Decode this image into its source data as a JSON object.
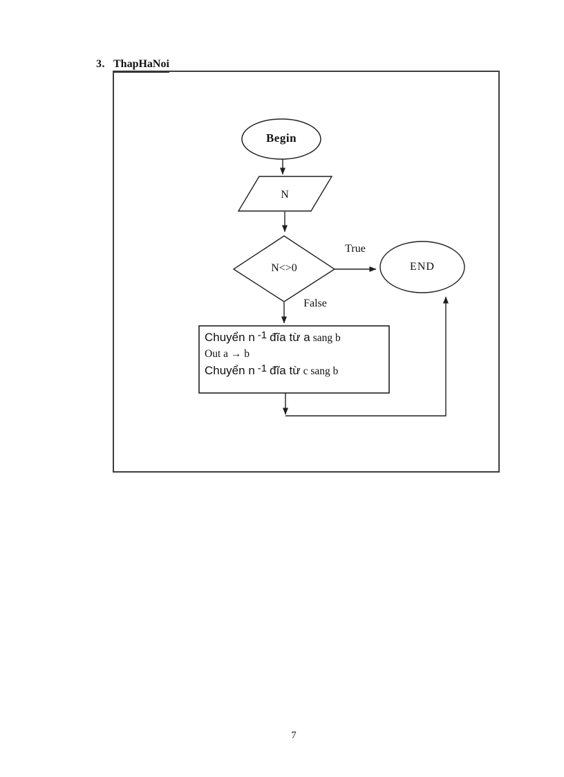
{
  "heading": {
    "number": "3.",
    "title": "ThapHaNoi"
  },
  "flowchart": {
    "begin_label": "Begin",
    "input_label": "N",
    "decision_label": "N<>0",
    "true_label": "True",
    "false_label": "False",
    "end_label": "END",
    "process": {
      "line1": {
        "p1": "Chuyển n",
        "p2": "-1",
        "p3": "đĩa từ a",
        "p4": "sang b"
      },
      "line2": "Out a → b",
      "line3": {
        "p1": "Chuyển n",
        "p2": "-1",
        "p3": "đĩa từ",
        "p4": "c sang b"
      }
    },
    "colors": {
      "line": "#1f1f1f",
      "border": "#3d3d3d",
      "text": "#111111"
    }
  },
  "page_number": "7"
}
